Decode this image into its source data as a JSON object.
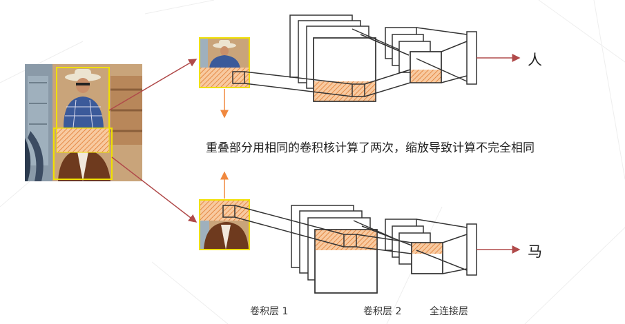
{
  "note_text": "重叠部分用相同的卷积核计算了两次，缩放导致计算不完全相同",
  "outputs": {
    "top": "人",
    "bottom": "马"
  },
  "layer_labels": {
    "conv1": "卷积层 1",
    "conv2": "卷积层 2",
    "fc": "全连接层"
  },
  "colors": {
    "region_border": "#f0e000",
    "overlap_fill": "#f4b183",
    "overlap_hatch": "#e07a30",
    "arrow_red": "#b04a4a",
    "arrow_orange": "#f0883e",
    "line_dark": "#333333"
  }
}
